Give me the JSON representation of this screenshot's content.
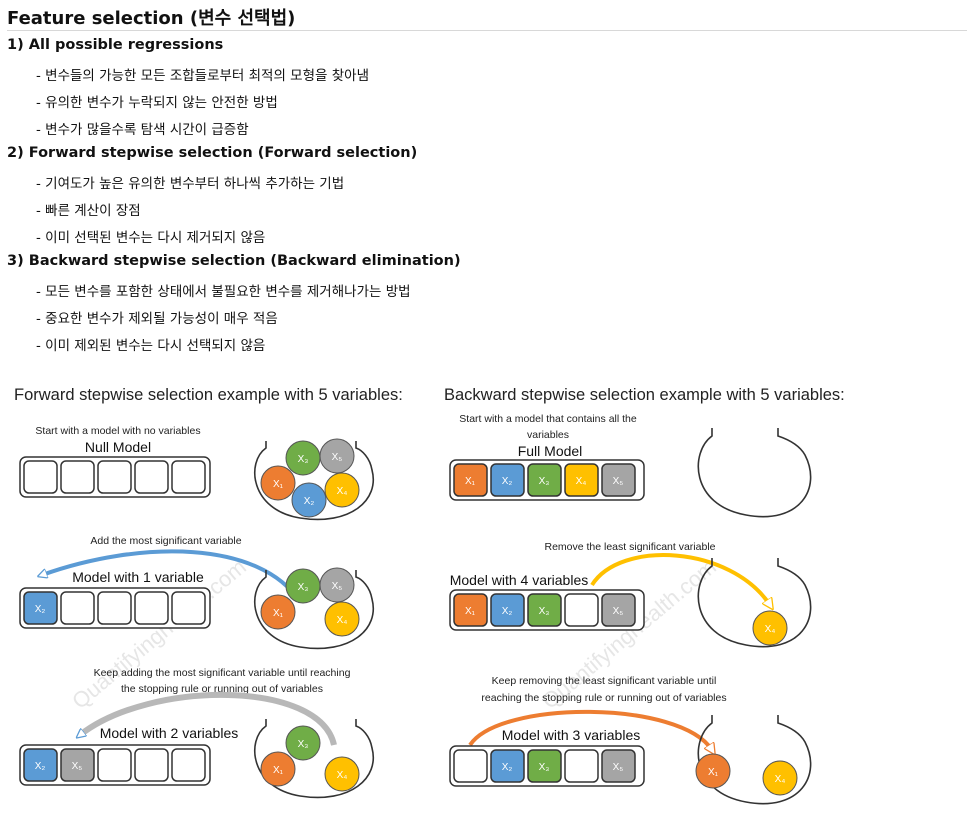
{
  "title": "Feature selection (변수 선택법)",
  "sections": [
    {
      "heading": "1) All possible regressions",
      "items": [
        "- 변수들의 가능한 모든 조합들로부터 최적의 모형을 찾아냄",
        "- 유의한 변수가 누락되지 않는 안전한 방법",
        "- 변수가 많을수록 탐색 시간이 급증함"
      ]
    },
    {
      "heading": "2) Forward stepwise selection (Forward selection)",
      "items": [
        "- 기여도가 높은 유의한 변수부터 하나씩 추가하는 기법",
        "- 빠른 계산이 장점",
        "- 이미 선택된 변수는 다시 제거되지 않음"
      ]
    },
    {
      "heading": "3) Backward stepwise selection (Backward elimination)",
      "items": [
        "- 모든 변수를 포함한 상태에서 불필요한 변수를 제거해나가는 방법",
        "- 중요한 변수가 제외될 가능성이 매우 적음",
        "- 이미 제외된 변수는 다시 선택되지 않음"
      ]
    }
  ],
  "diagram": {
    "forward": {
      "title": "Forward stepwise selection example with 5 variables:",
      "cap1": "Start with a model with no variables",
      "model0": "Null Model",
      "cap2": "Add the most significant variable",
      "model1": "Model with 1 variable",
      "cap3a": "Keep adding the most significant variable until reaching",
      "cap3b": "the stopping rule or running out of variables",
      "model2": "Model with 2 variables"
    },
    "backward": {
      "title": "Backward stepwise selection example with 5 variables:",
      "cap1a": "Start with a model that contains all the",
      "cap1b": "variables",
      "model0": "Full Model",
      "cap2": "Remove the least significant variable",
      "model1": "Model with 4 variables",
      "cap3a": "Keep removing the least significant variable until",
      "cap3b": "reaching the stopping rule or running out of variables",
      "model2": "Model with 3 variables"
    },
    "vars": {
      "x1": "X₁",
      "x2": "X₂",
      "x3": "X₃",
      "x4": "X₄",
      "x5": "X₅"
    },
    "colors": {
      "x1": "#ed7d31",
      "x2": "#5b9bd5",
      "x3": "#70ad47",
      "x4": "#ffc000",
      "x5": "#a5a5a5",
      "arrow_add": "#5b9bd5",
      "arrow_remove": "#ffc000",
      "arrow_remove2": "#ed7d31"
    },
    "watermark": "Quantifyinghealth.com"
  }
}
